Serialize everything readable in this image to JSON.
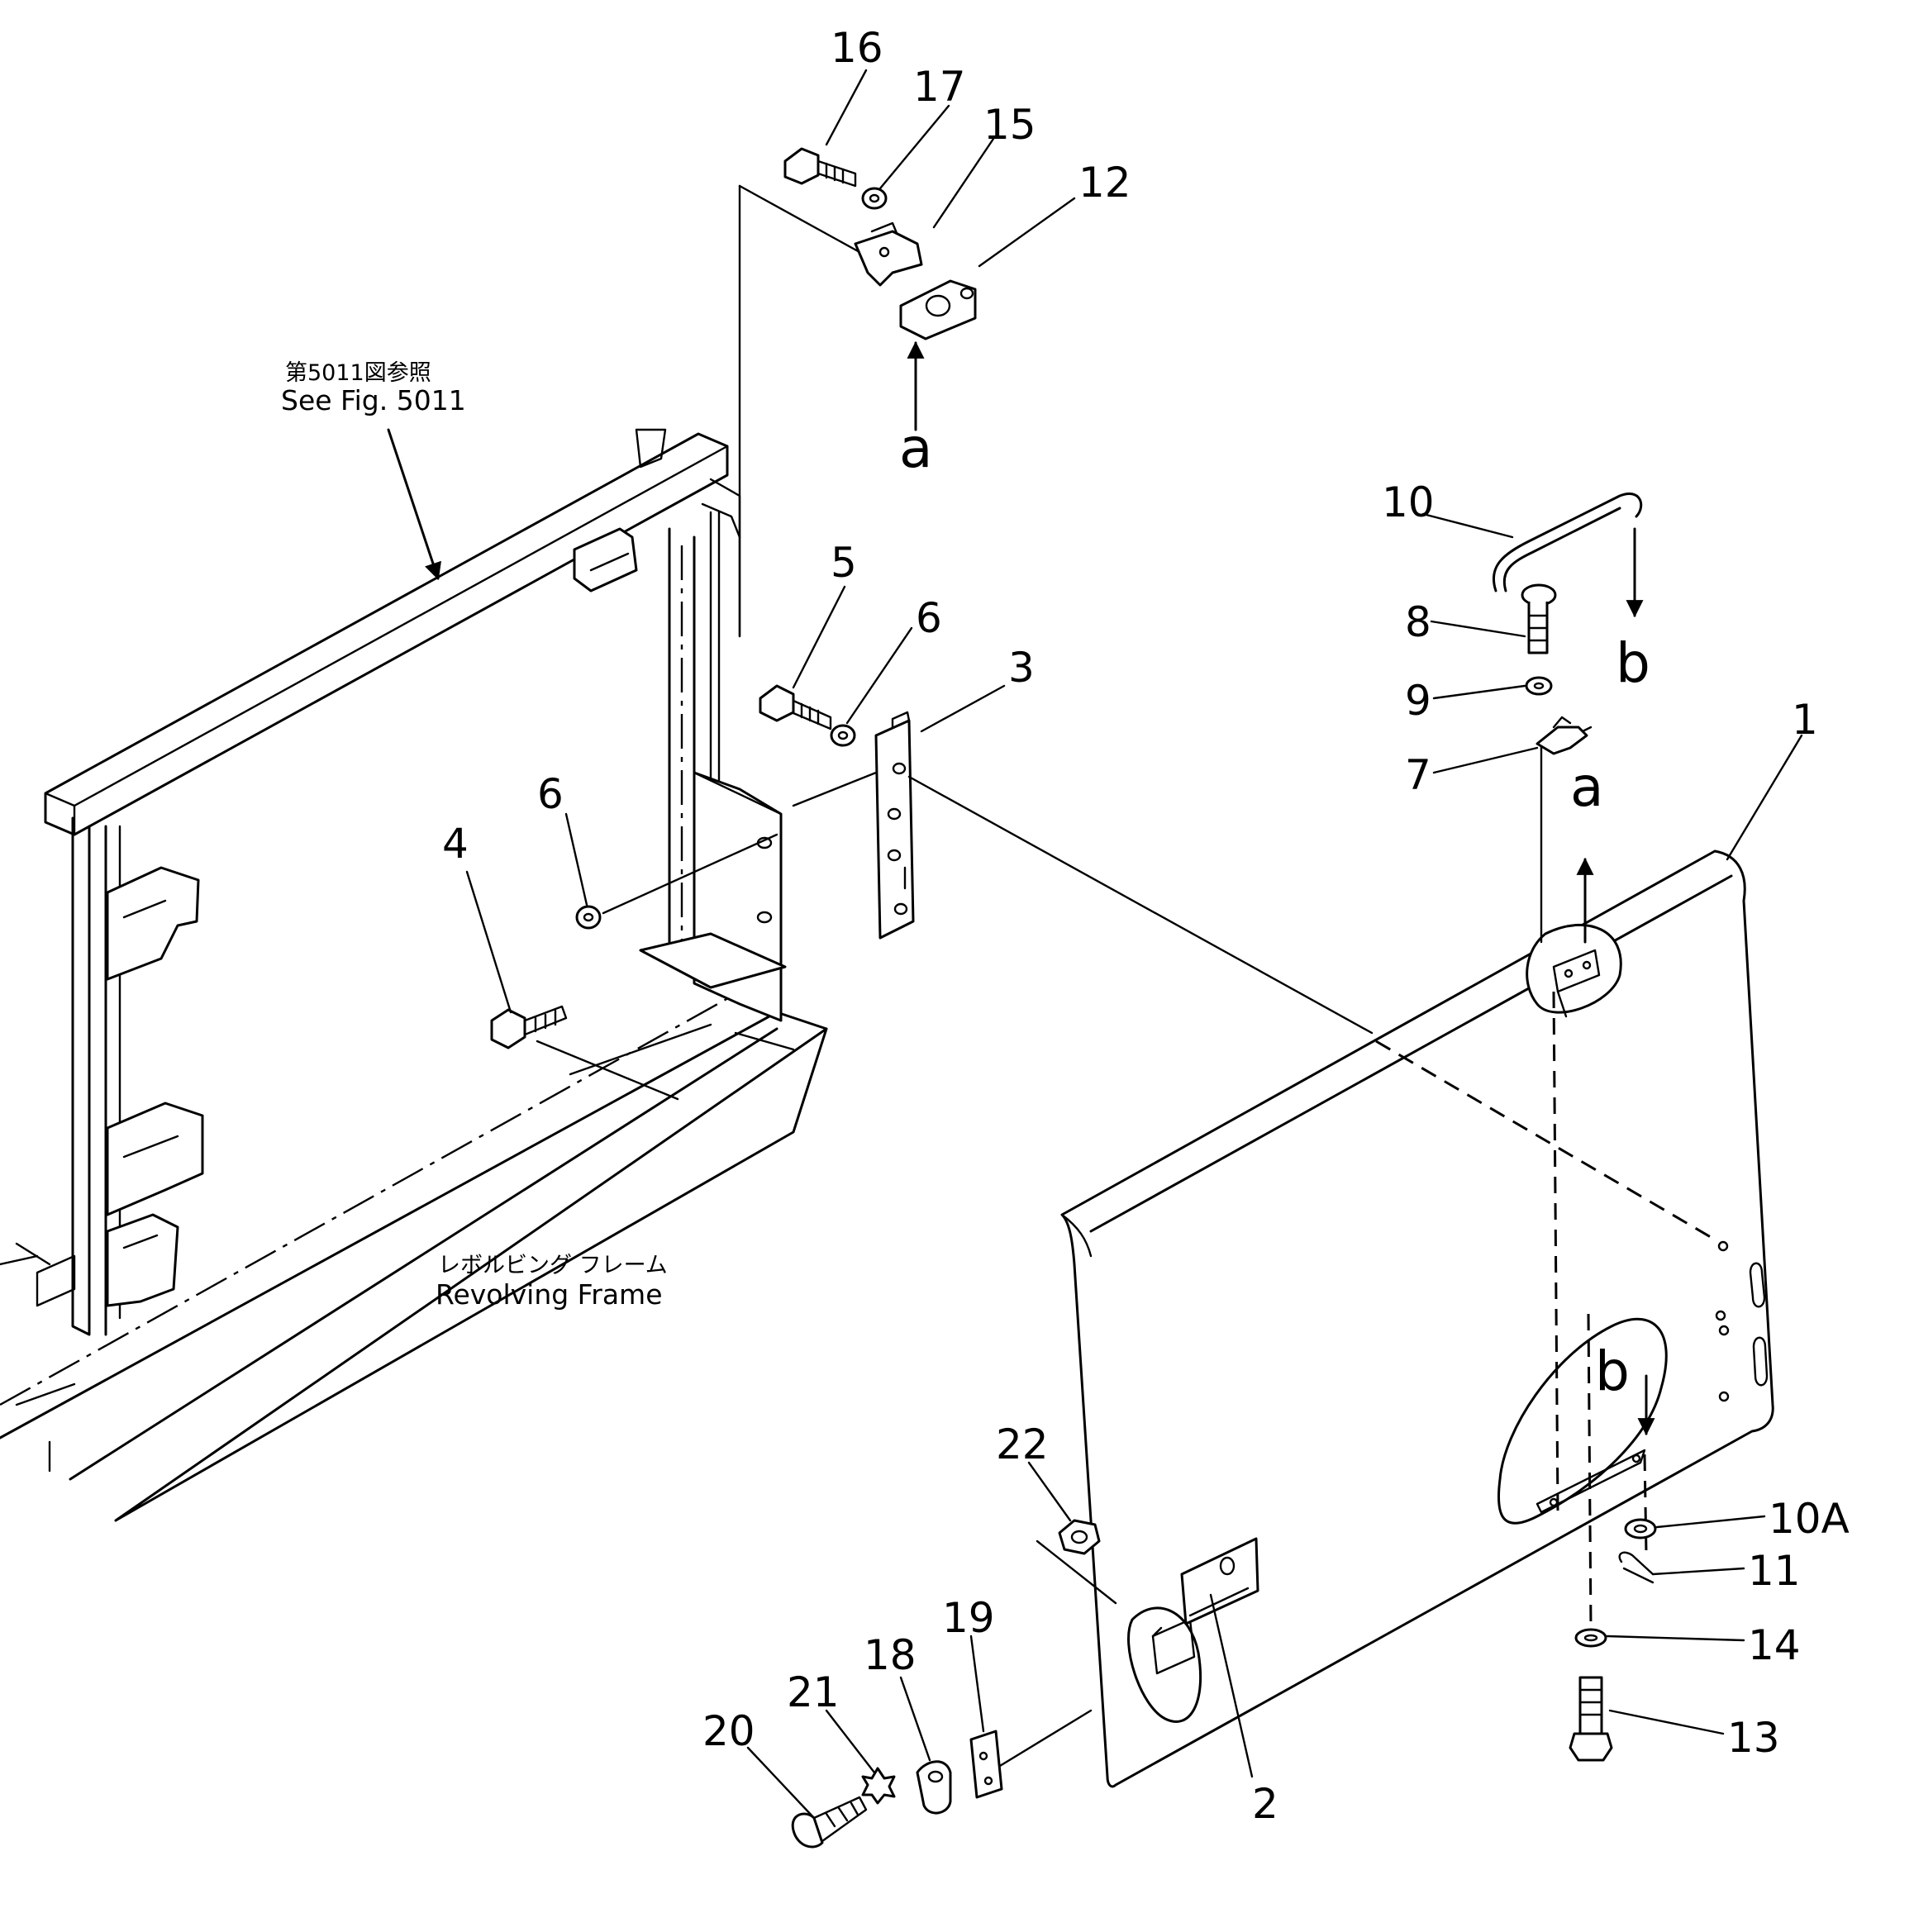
{
  "diagram": {
    "reference_note": {
      "japanese": "第5011図参照",
      "english": "See Fig. 5011"
    },
    "frame_label": {
      "japanese": "レボルビング フレーム",
      "english": "Revolving Frame"
    },
    "view_markers": [
      "a",
      "a",
      "b",
      "b"
    ],
    "callouts": {
      "p1": "1",
      "p2": "2",
      "p3": "3",
      "p4": "4",
      "p5": "5",
      "p6a": "6",
      "p6b": "6",
      "p7": "7",
      "p8": "8",
      "p9": "9",
      "p10": "10",
      "p10a": "10A",
      "p11": "11",
      "p12": "12",
      "p13": "13",
      "p14": "14",
      "p15": "15",
      "p16": "16",
      "p17": "17",
      "p18": "18",
      "p19": "19",
      "p20": "20",
      "p21": "21",
      "p22": "22"
    }
  }
}
